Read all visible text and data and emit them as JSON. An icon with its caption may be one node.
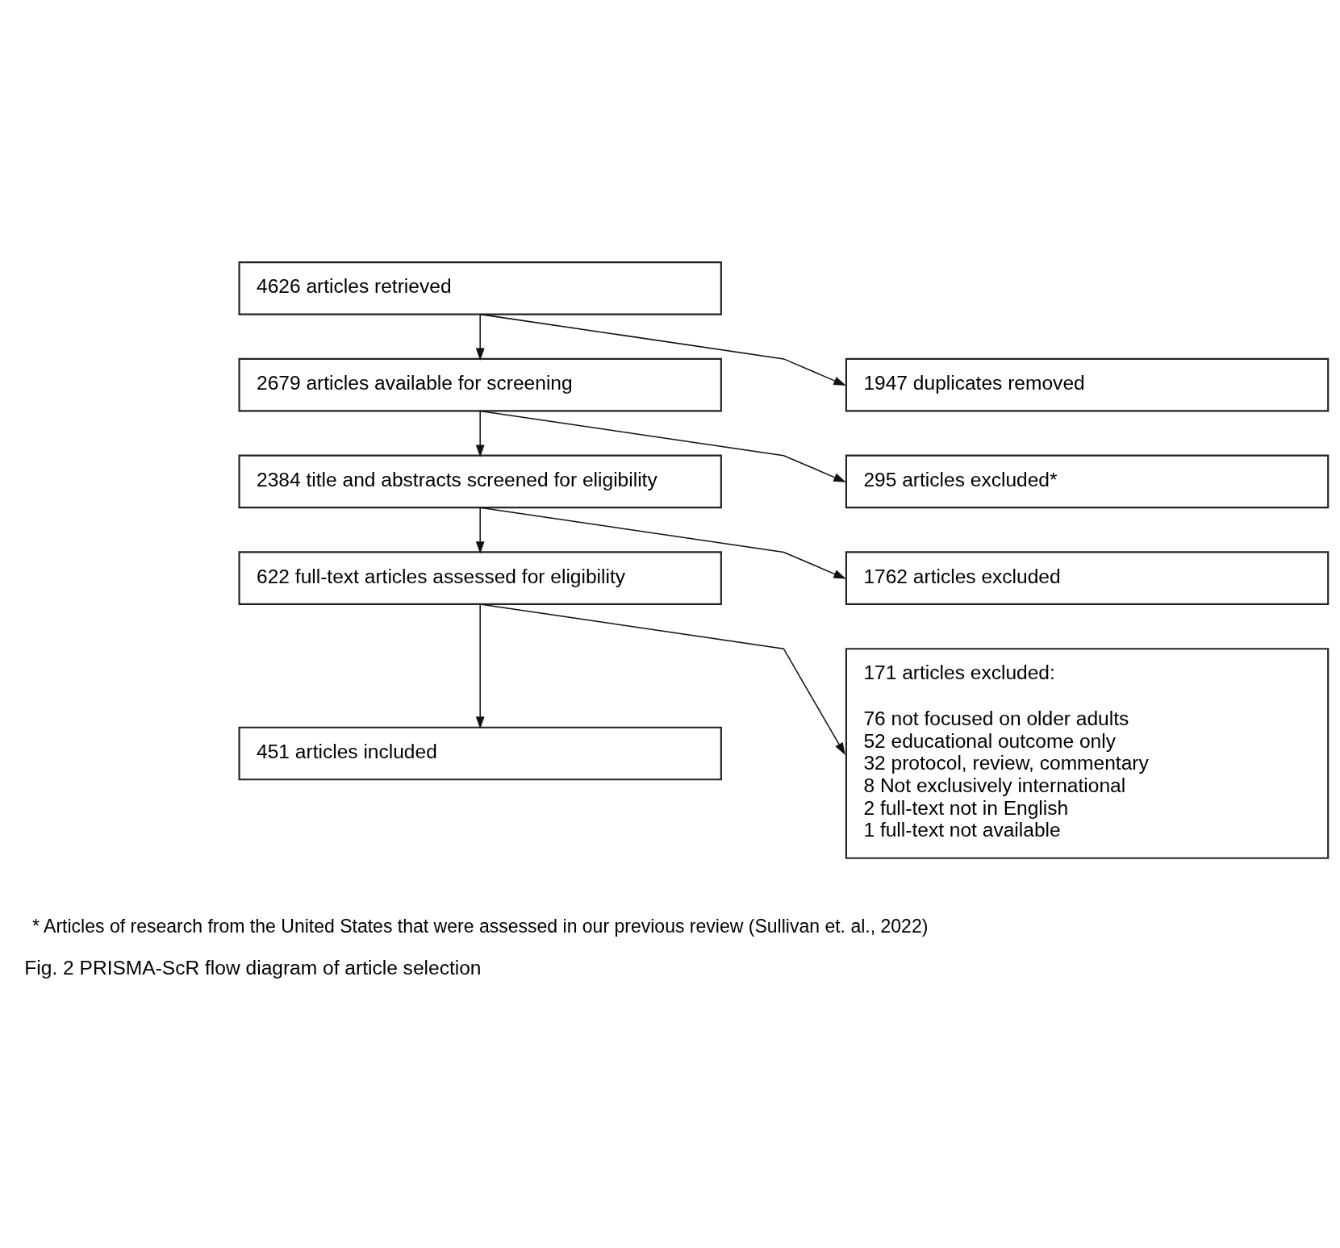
{
  "diagram": {
    "caption": "Fig. 2 PRISMA-ScR flow diagram of article selection",
    "nodes": [
      {
        "text": [
          "4626 articles retrieved"
        ]
      },
      {
        "text": [
          "1947 duplicates removed"
        ]
      },
      {
        "text": [
          "2679 articles available for screening"
        ]
      },
      {
        "text": [
          "295 articles excluded*"
        ]
      },
      {
        "text": [
          "2384 title and abstracts screened for eligibility"
        ]
      },
      {
        "text": [
          "1762 articles excluded"
        ]
      },
      {
        "text": [
          "622 full-text articles assessed for eligibility"
        ]
      },
      {
        "text": [
          "171 articles excluded:",
          "76 not focused on older adults",
          "52 educational outcome only",
          "32 protocol, review, commentary",
          "8 Not exclusively international",
          "2 full-text not in English",
          "1 full-text not available"
        ]
      },
      {
        "text": [
          "451 articles included"
        ]
      }
    ],
    "edges": [
      {
        "from": 0,
        "to": 2,
        "arrow": "to"
      },
      {
        "from": 0,
        "to": 1,
        "arrow": "to"
      },
      {
        "from": 2,
        "to": 4,
        "arrow": "to"
      },
      {
        "from": 2,
        "to": 3,
        "arrow": "to"
      },
      {
        "from": 4,
        "to": 6,
        "arrow": "to"
      },
      {
        "from": 4,
        "to": 5,
        "arrow": "to"
      },
      {
        "from": 6,
        "to": 8,
        "arrow": "to"
      },
      {
        "from": 6,
        "to": 7,
        "arrow": "to"
      }
    ],
    "labels": [
      "* Articles of research from the United States that were assessed in our previous review (Sullivan et. al., 2022)"
    ]
  }
}
